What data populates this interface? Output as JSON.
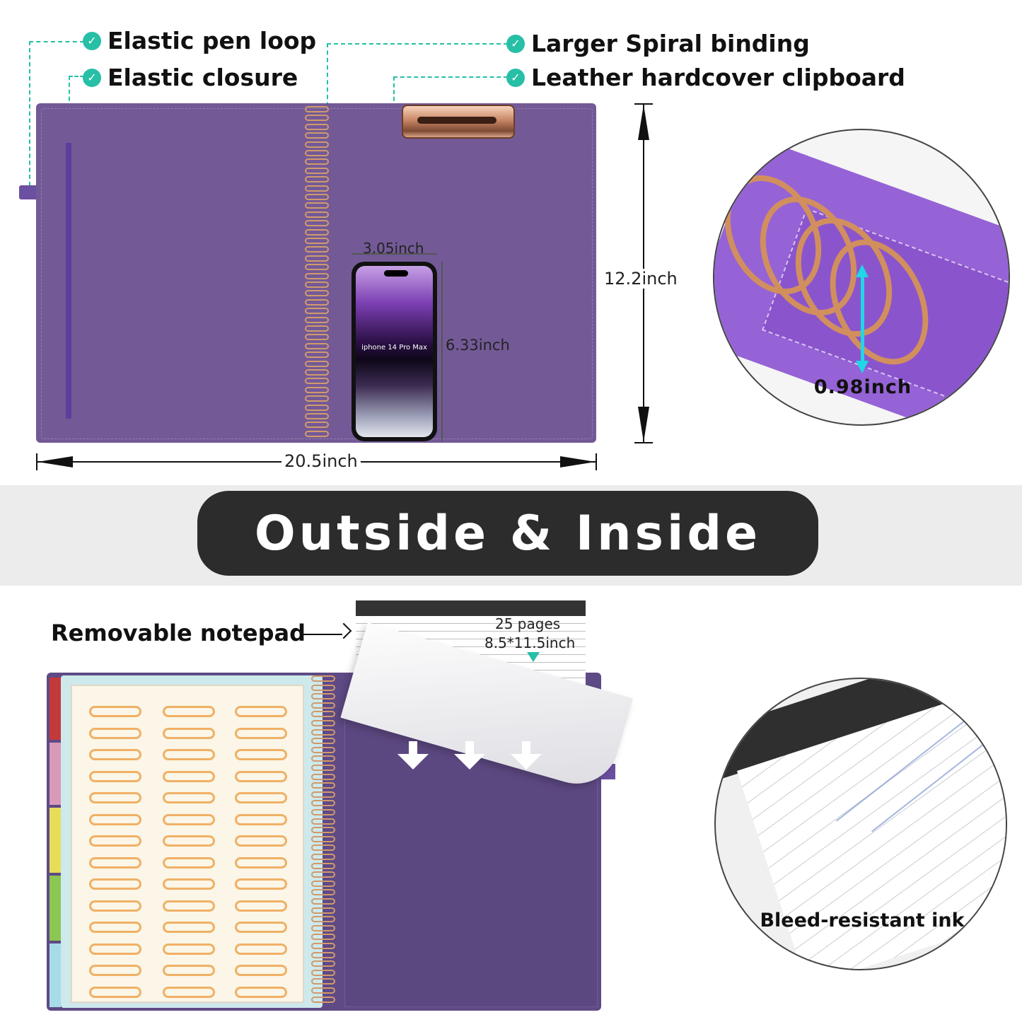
{
  "features": {
    "pen_loop": "Elastic pen loop",
    "closure": "Elastic closure",
    "spiral": "Larger Spiral binding",
    "clipboard": "Leather hardcover clipboard"
  },
  "dimensions": {
    "width": "20.5inch",
    "height": "12.2inch",
    "phone_width": "3.05inch",
    "phone_height": "6.33inch",
    "phone_label": "iphone 14 Pro Max",
    "ring_size": "0.98inch"
  },
  "section_title": "Outside & Inside",
  "notepad": {
    "label": "Removable notepad",
    "pages": "25 pages",
    "size": "8.5*11.5inch"
  },
  "ink_label": "Bleed-resistant ink",
  "colors": {
    "accent": "#27bfa6",
    "cover": "#735a96",
    "ring": "#d19a6c",
    "pill": "#2c2c2c"
  }
}
